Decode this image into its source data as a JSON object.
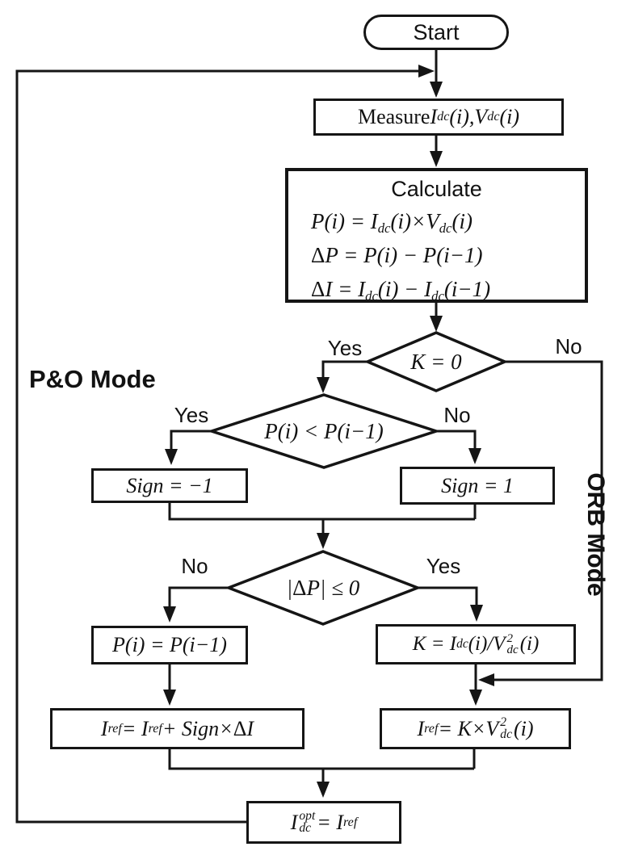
{
  "flowchart": {
    "start": {
      "label": "Start"
    },
    "measure": {
      "formula": "`Measure `I_{dc}(i),V_{dc}(i)"
    },
    "calculate": {
      "title": "Calculate",
      "line1": "P(i) = I_{dc}(i)×V_{dc}(i)",
      "line2": "`Δ`P = P(i) − P(i−1)",
      "line3": "`Δ`I = I_{dc}(i) − I_{dc}(i−1)"
    },
    "decision_k_zero": {
      "condition": "K = 0",
      "yes_label": "Yes",
      "no_label": "No"
    },
    "decision_power_drop": {
      "condition": "P(i) < P(i−1)",
      "yes_label": "Yes",
      "no_label": "No"
    },
    "decision_delta_p": {
      "condition": "|`Δ`P| ≤ 0",
      "yes_label": "Yes",
      "no_label": "No"
    },
    "sign_negative": {
      "formula": "Sign = −1"
    },
    "sign_positive": {
      "formula": "Sign = 1"
    },
    "power_hold": {
      "formula": "P(i) = P(i−1)"
    },
    "k_update": {
      "formula": "K = I_{dc}(i)/V~{2}{dc}(i)"
    },
    "iref_po": {
      "formula": "I_{ref} = I_{ref} + Sign×`Δ`I"
    },
    "iref_orb": {
      "formula": "I_{ref} = K×V~{2}{dc}(i)"
    },
    "output": {
      "formula": "I~{opt}{dc} = I_{ref}"
    },
    "po_mode_label": "P&O Mode",
    "orb_mode_label": "ORB Mode",
    "line_color": "#151515"
  }
}
